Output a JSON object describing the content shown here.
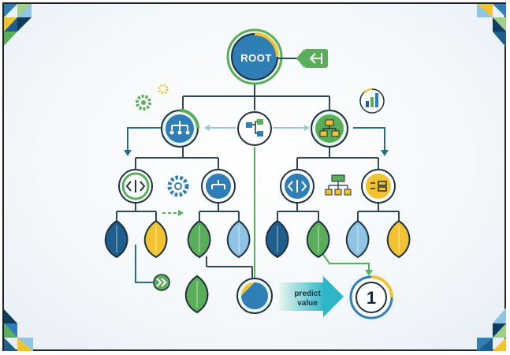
{
  "root": {
    "label": "ROOT"
  },
  "prediction": {
    "line1": "predict",
    "line2": "value"
  },
  "result": {
    "value": "1"
  },
  "colors": {
    "dark_blue": "#1f5e8c",
    "mid_blue": "#2f7fb6",
    "light_blue": "#8fc4e4",
    "green": "#5aae5a",
    "light_green": "#9fd08a",
    "yellow": "#f2c230",
    "teal": "#2a8a8a",
    "line": "#2e4656"
  }
}
